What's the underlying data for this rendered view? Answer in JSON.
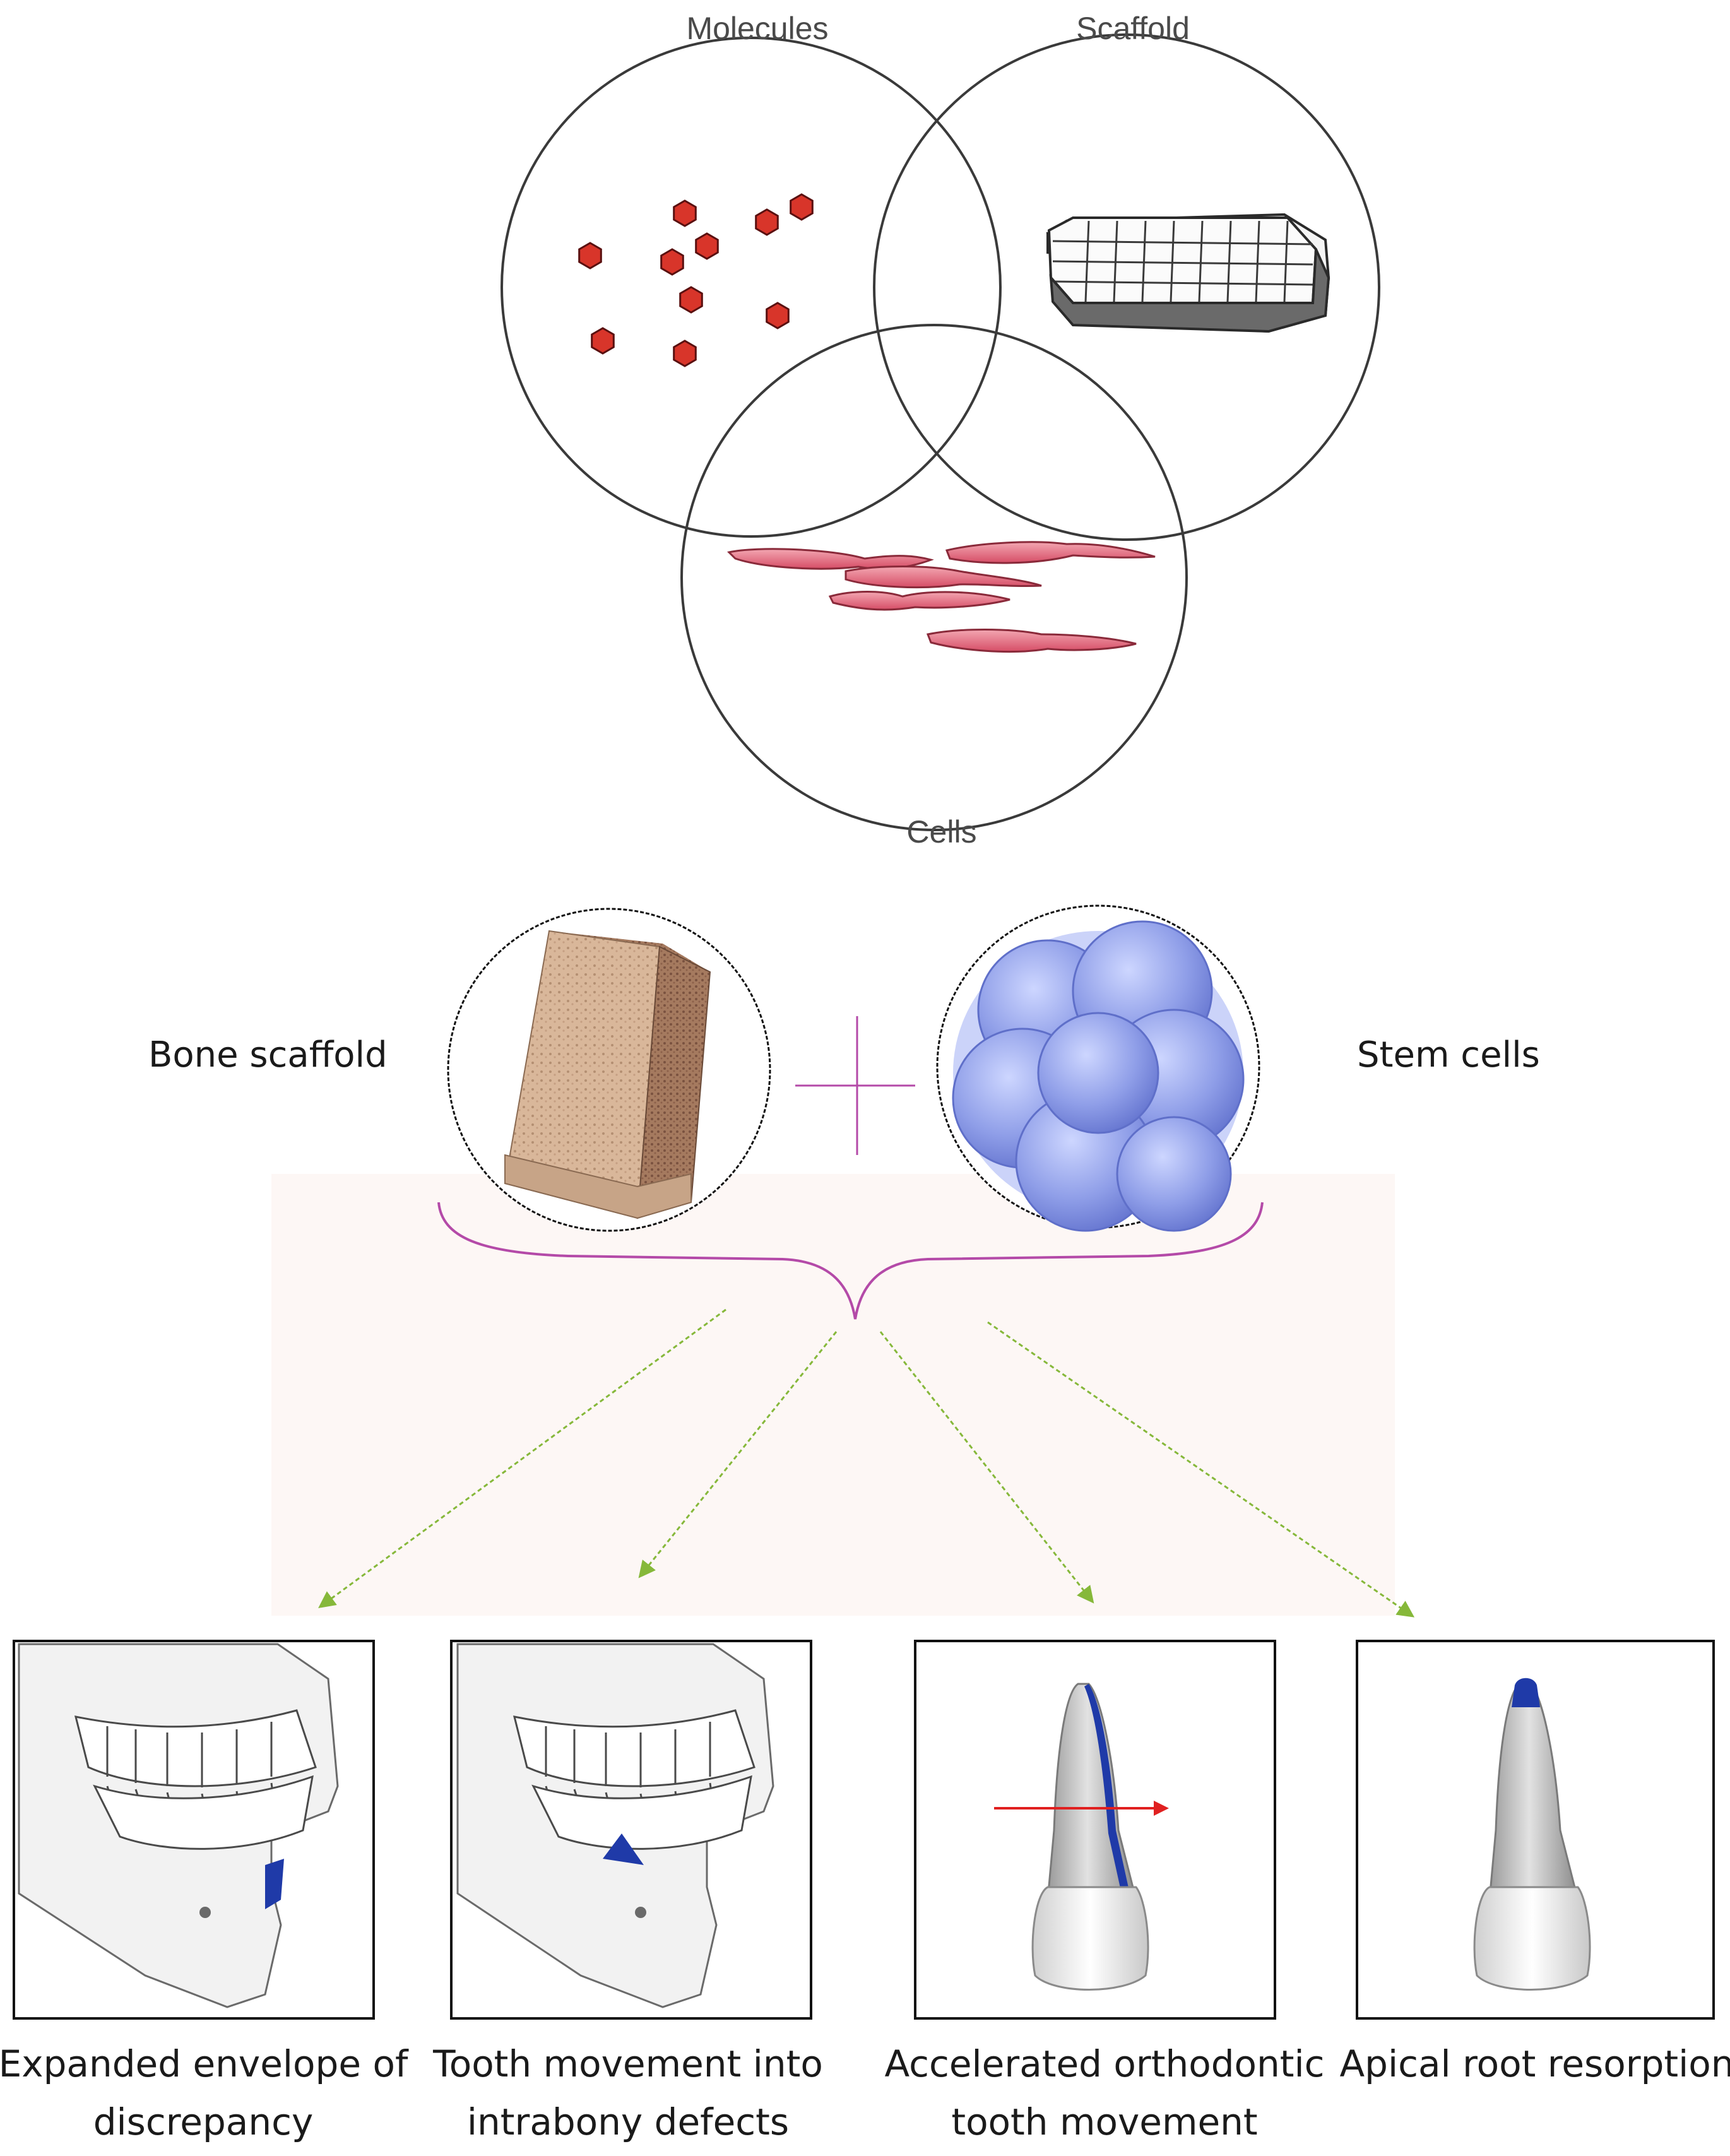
{
  "venn": {
    "molecules_label": "Molecules",
    "scaffold_label": "Scaffold",
    "cells_label": "Cells"
  },
  "combination": {
    "left_label": "Bone scaffold",
    "right_label": "Stem cells"
  },
  "applications": [
    {
      "line1": "Expanded envelope of",
      "line2": "discrepancy"
    },
    {
      "line1": "Tooth movement into",
      "line2": "intrabony defects"
    },
    {
      "line1": "Accelerated orthodontic",
      "line2": "tooth movement"
    },
    {
      "line1": "Apical root resorption",
      "line2": ""
    }
  ],
  "colors": {
    "molecule": "#d8352a",
    "cell": "#e0667a",
    "brace": "#b44aa8",
    "arrow": "#86b83a",
    "highlight": "#1f3aa8",
    "force_arrow": "#e02020"
  }
}
